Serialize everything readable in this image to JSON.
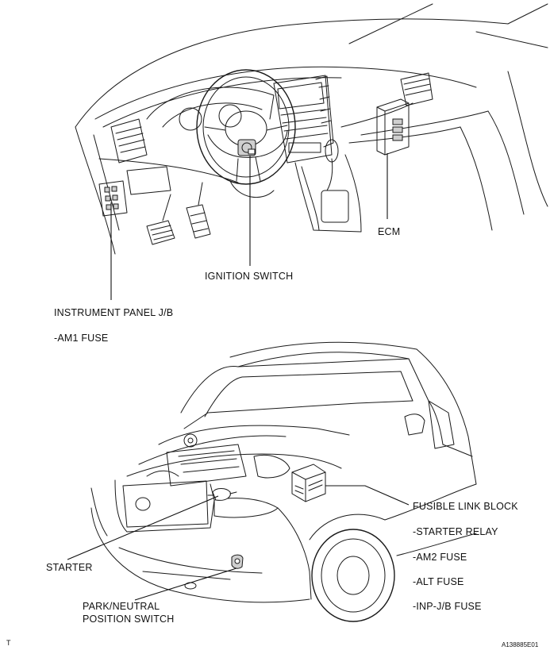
{
  "labels": {
    "ecm": "ECM",
    "ignition_switch": "IGNITION SWITCH",
    "instrument_panel_jb": "INSTRUMENT PANEL J/B",
    "am1_fuse": "-AM1 FUSE",
    "fusible_link_block": "FUSIBLE LINK BLOCK",
    "starter_relay": "-STARTER RELAY",
    "am2_fuse": "-AM2 FUSE",
    "alt_fuse": "-ALT FUSE",
    "inp_jb_fuse": "-INP-J/B FUSE",
    "starter": "STARTER",
    "park_neutral_line1": "PARK/NEUTRAL",
    "park_neutral_line2": "POSITION SWITCH"
  },
  "footer": {
    "corner_mark": "T",
    "figure_id": "A138885E01"
  }
}
